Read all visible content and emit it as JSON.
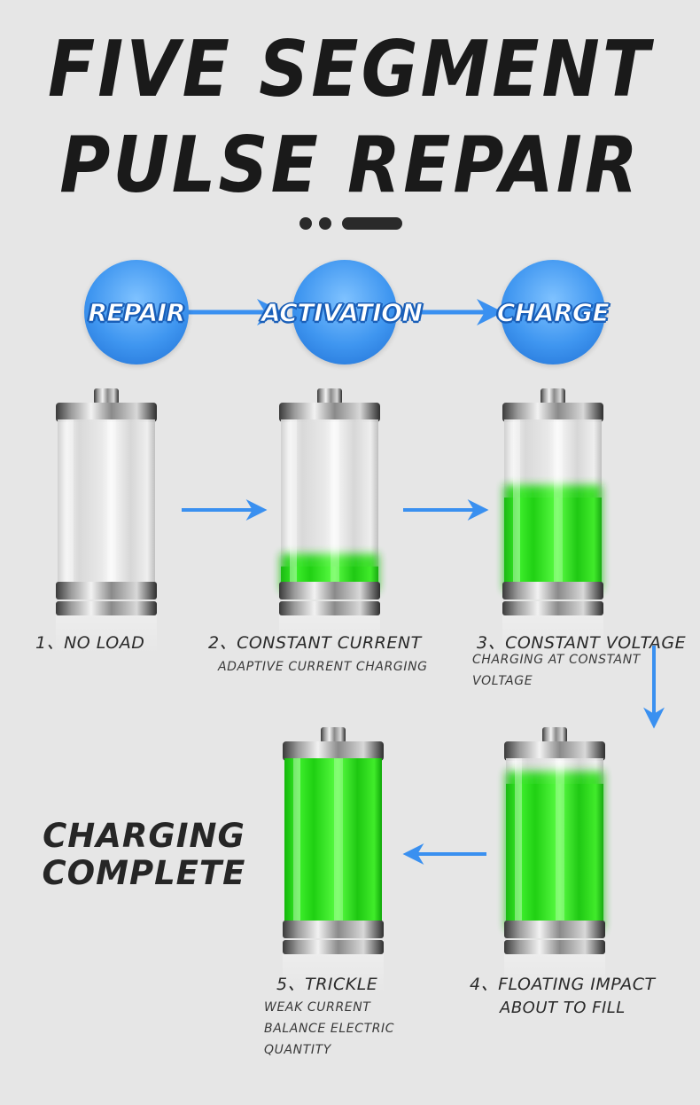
{
  "title": {
    "line1": "FIVE SEGMENT",
    "line2": "PULSE REPAIR"
  },
  "process": [
    {
      "label": "REPAIR"
    },
    {
      "label": "ACTIVATION"
    },
    {
      "label": "CHARGE"
    }
  ],
  "stages": [
    {
      "label": "1、NO LOAD",
      "sub": "",
      "fill_fraction": 0.0
    },
    {
      "label": "2、CONSTANT CURRENT",
      "sub": "ADAPTIVE CURRENT CHARGING",
      "fill_fraction": 0.18
    },
    {
      "label": "3、CONSTANT VOLTAGE",
      "sub1": "CHARGING AT CONSTANT",
      "sub2": "VOLTAGE",
      "fill_fraction": 0.6
    },
    {
      "label": "4、FLOATING IMPACT",
      "sub": "ABOUT TO FILL",
      "fill_fraction": 0.92
    },
    {
      "label": "5、TRICKLE",
      "sub1": "WEAK CURRENT",
      "sub2": "BALANCE ELECTRIC",
      "sub3": "QUANTITY",
      "fill_fraction": 1.0
    }
  ],
  "complete": {
    "line1": "CHARGING",
    "line2": "COMPLETE"
  },
  "colors": {
    "background": "#e6e6e6",
    "accent_blue": "#3f96f0",
    "charge_green": "#22dd11",
    "text_dark": "#1a1a1a"
  }
}
